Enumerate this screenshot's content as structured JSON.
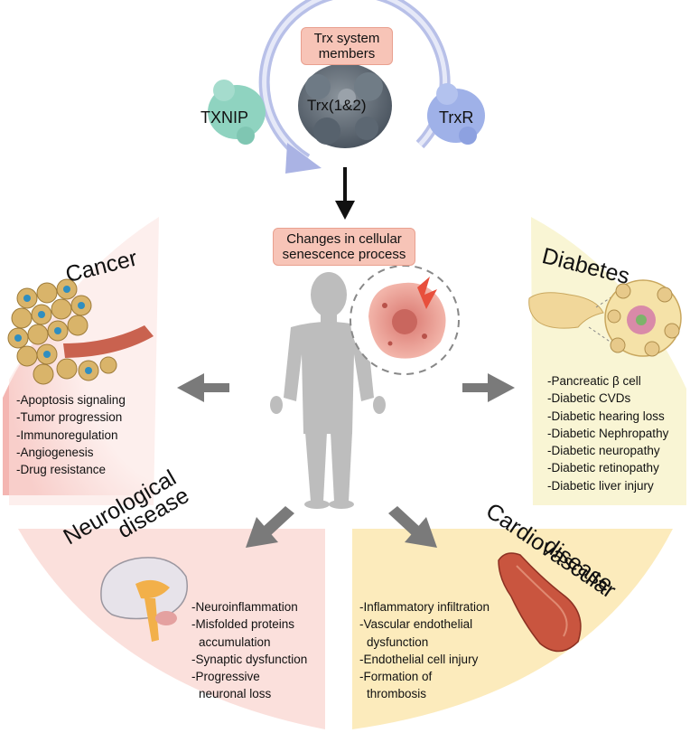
{
  "trx_system": {
    "title": "Trx system members",
    "core": "Trx(1&2)",
    "left": "TXNIP",
    "right": "TrxR"
  },
  "center": {
    "label": "Changes in cellular senescence process"
  },
  "sections": {
    "cancer": {
      "title": "Cancer",
      "items": [
        "-Apoptosis signaling",
        "-Tumor progression",
        "-Immunoregulation",
        "-Angiogenesis",
        "-Drug  resistance"
      ]
    },
    "diabetes": {
      "title": "Diabetes",
      "items": [
        "-Pancreatic β cell",
        "-Diabetic CVDs",
        "-Diabetic hearing loss",
        "-Diabetic Nephropathy",
        "-Diabetic neuropathy",
        "-Diabetic retinopathy",
        "-Diabetic liver injury"
      ]
    },
    "neuro": {
      "title_line1": "Neurological",
      "title_line2": "disease",
      "items": [
        {
          "main": "-Neuroinflammation"
        },
        {
          "main": "-Misfolded proteins",
          "sub": "accumulation"
        },
        {
          "main": "-Synaptic dysfunction"
        },
        {
          "main": "-Progressive",
          "sub": "neuronal loss"
        }
      ]
    },
    "cardio": {
      "title_line1": "Cardiovascular",
      "title_line2": "disease",
      "items": [
        {
          "main": "-Inflammatory infiltration"
        },
        {
          "main": "-Vascular endothelial",
          "sub": "dysfunction"
        },
        {
          "main": "-Endothelial cell injury"
        },
        {
          "main": "-Formation of",
          "sub": "thrombosis"
        }
      ]
    }
  },
  "colors": {
    "cancer": "#f6c9c6",
    "diabetes": "#f3efc2",
    "neuro": "#f5c7c4",
    "cardio": "#f8e3a8",
    "ring": "#9aa6dc",
    "arrow_gray": "#7a7a7a",
    "pill": "#f7c4b7",
    "human": "#bdbdbd"
  }
}
